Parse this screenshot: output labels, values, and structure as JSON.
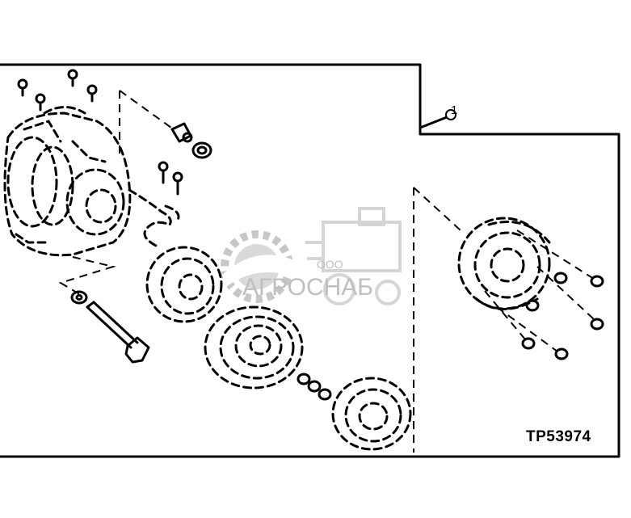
{
  "figure": {
    "reference_code": "TP53974",
    "callout_number": "1"
  },
  "watermark": {
    "company_prefix": "ООО",
    "company_name": "АГРОСНАБ",
    "color": "#9a9a9a"
  },
  "colors": {
    "ink": "#000000",
    "background": "#ffffff"
  }
}
